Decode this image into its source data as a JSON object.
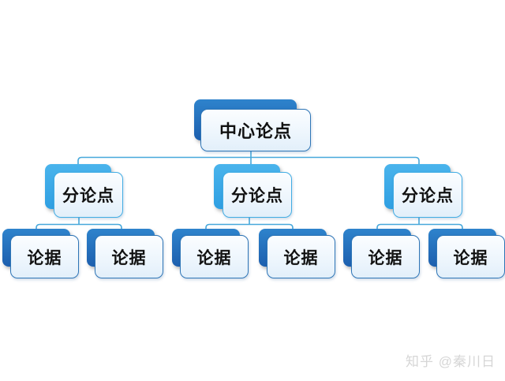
{
  "diagram": {
    "root": {
      "label": "中心论点"
    },
    "branches": [
      {
        "label": "分论点",
        "children": [
          {
            "label": "论据"
          },
          {
            "label": "论据"
          }
        ]
      },
      {
        "label": "分论点",
        "children": [
          {
            "label": "论据"
          },
          {
            "label": "论据"
          }
        ]
      },
      {
        "label": "分论点",
        "children": [
          {
            "label": "论据"
          },
          {
            "label": "论据"
          }
        ]
      }
    ]
  },
  "watermark": {
    "text": "知乎 @秦川日"
  },
  "colors": {
    "background": "#FFFFFF",
    "dark_node_fill": "#2167B4",
    "accent_node_fill": "#3BA9E6",
    "card_border_dark": "#2E75B6",
    "card_border_accent": "#41ACE3",
    "connector": "#47A8DB",
    "text": "#111111",
    "watermark": "#D6D6D6"
  }
}
